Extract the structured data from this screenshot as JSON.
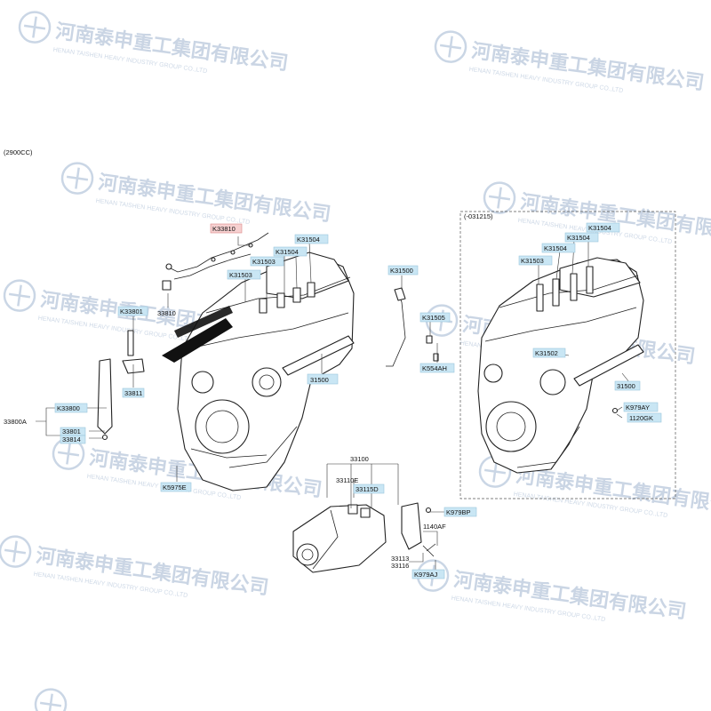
{
  "header": {
    "engine_note": "(2900CC)",
    "frame_label": "(-031215)"
  },
  "watermark": {
    "text": "河南泰申重工集团有限公司",
    "subtext": "HENAN TAISHEN HEAVY INDUSTRY GROUP CO.,LTD"
  },
  "colors": {
    "label_fill": "#c9e6f4",
    "highlight_fill": "#f6d0d0",
    "watermark": "#9fb4cf"
  },
  "labels": {
    "k33810": "K33810",
    "p33810": "33810",
    "k33801": "K33801",
    "p33811": "33811",
    "k33800": "K33800",
    "p33800a": "33800A",
    "p33801": "33801",
    "p33814": "33814",
    "k31503_a": "K31503",
    "k31503_b": "K31503",
    "k31504_a": "K31504",
    "k31504_b": "K31504",
    "p31500_a": "31500",
    "k31500": "K31500",
    "k31505": "K31505",
    "k554ah": "K554AH",
    "k5975e": "K5975E",
    "p33100": "33100",
    "p33110e": "33110E",
    "p33115d": "33115D",
    "k979bp": "K979BP",
    "p1140af": "1140AF",
    "p33113": "33113",
    "p33116": "33116",
    "k979aj": "K979AJ",
    "k31504_c": "K31504",
    "k31504_d": "K31504",
    "k31504_e": "K31504",
    "k31503_c": "K31503",
    "k31502": "K31502",
    "p31500_b": "31500",
    "k979ay": "K979AY",
    "p1120gk": "1120GK"
  }
}
